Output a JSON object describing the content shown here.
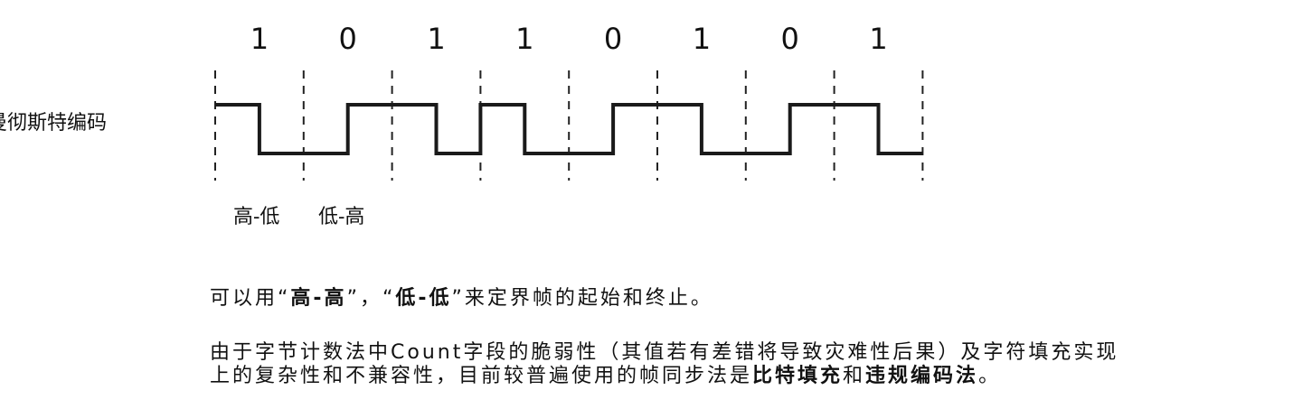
{
  "diagram": {
    "row_label": "曼彻斯特编码",
    "bits": [
      1,
      0,
      1,
      1,
      0,
      1,
      0,
      1
    ],
    "encoding_rule": {
      "1": "high-low",
      "0": "low-high"
    },
    "legend_high_low": "高-低",
    "legend_low_high": "低-高"
  },
  "text": {
    "line1_a": "可以用",
    "line1_q1": "“",
    "line1_b": "高-高",
    "line1_c": "”，“",
    "line1_d": "低-低",
    "line1_e": "”来定界帧的起始和终止。",
    "line2": "由于字节计数法中Count字段的脆弱性（其值若有差错将导致灾难性后果）及字符填充实现",
    "line3_a": "上的复杂性和不兼容性，目前较普遍使用的帧同步法是",
    "line3_b": "比特填充",
    "line3_c": "和",
    "line3_d": "违规编码法",
    "line3_e": "。"
  }
}
